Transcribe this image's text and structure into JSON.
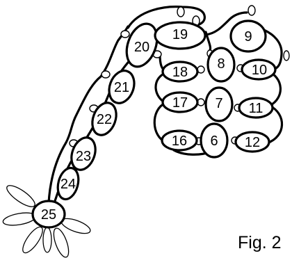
{
  "figure": {
    "caption": "Fig. 2",
    "labels": {
      "r6": "6",
      "r7": "7",
      "r8": "8",
      "r9": "9",
      "r10": "10",
      "r11": "11",
      "r12": "12",
      "r16": "16",
      "r17": "17",
      "r18": "18",
      "r19": "19",
      "r20": "20",
      "r21": "21",
      "r22": "22",
      "r23": "23",
      "r24": "24",
      "r25": "25"
    }
  }
}
